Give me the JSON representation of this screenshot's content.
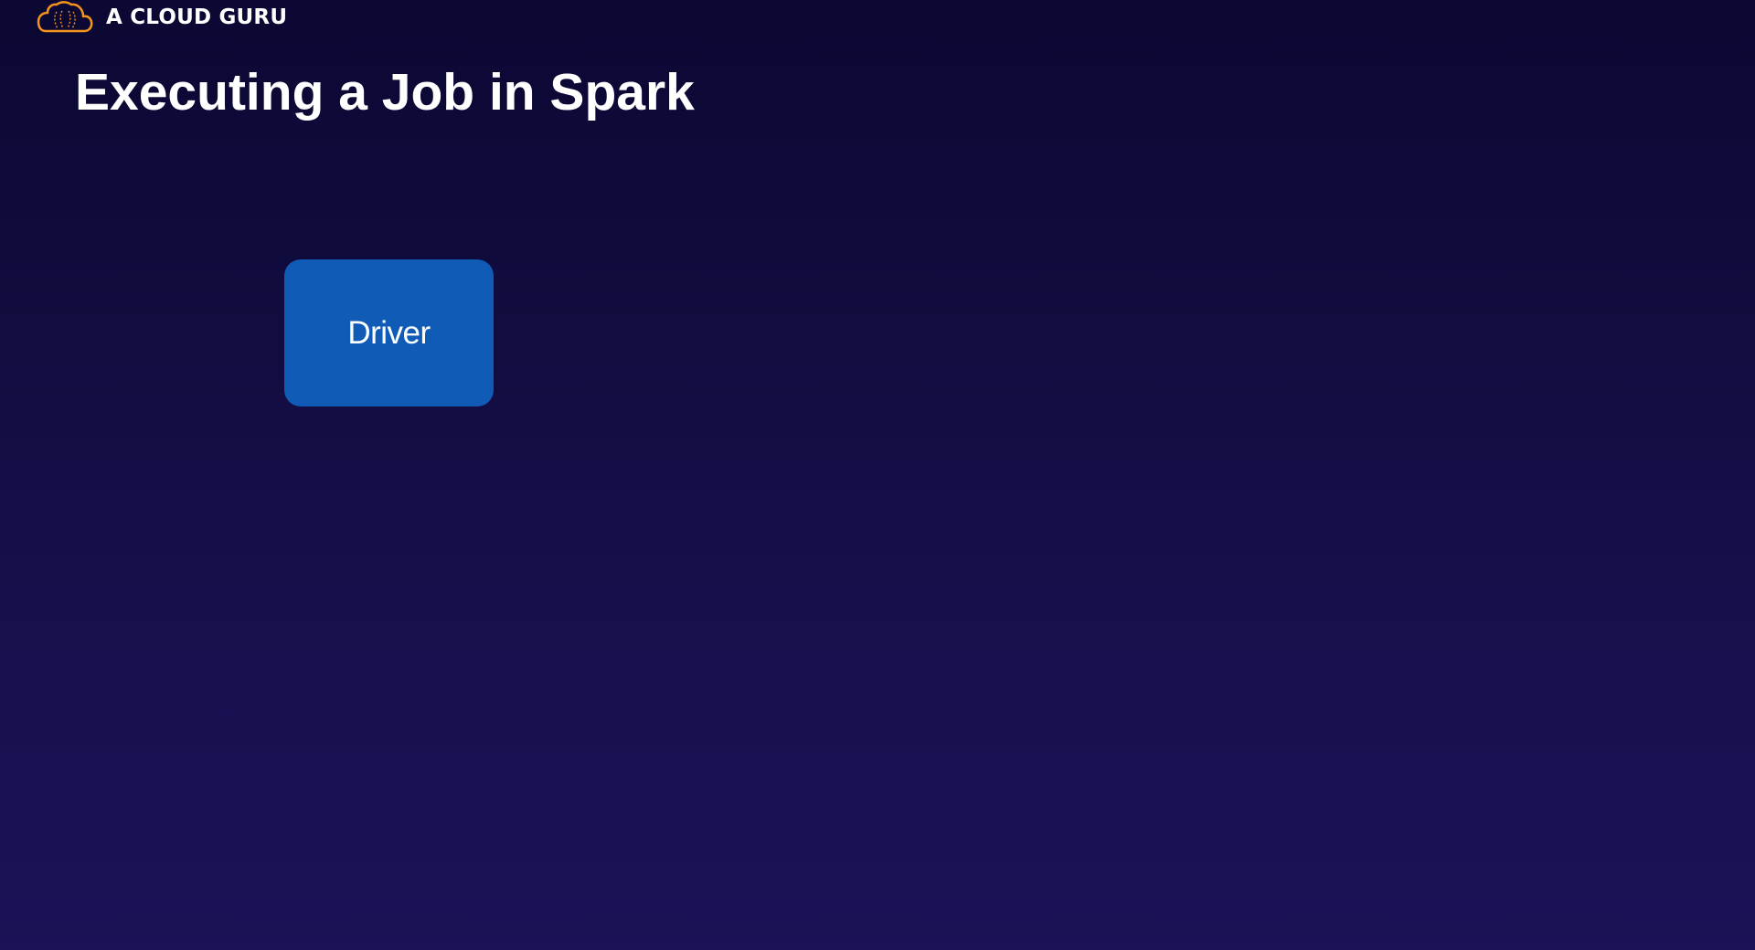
{
  "header": {
    "brand_name": "A CLOUD GURU",
    "logo_icon": "cloud-logo-icon",
    "logo_color": "#f7941d"
  },
  "slide": {
    "title": "Executing a Job in Spark"
  },
  "diagram": {
    "driver_label": "Driver",
    "driver_color": "#0f5bb5"
  },
  "colors": {
    "background_top": "#0b0833",
    "background_bottom": "#1b1257",
    "text": "#ffffff"
  }
}
